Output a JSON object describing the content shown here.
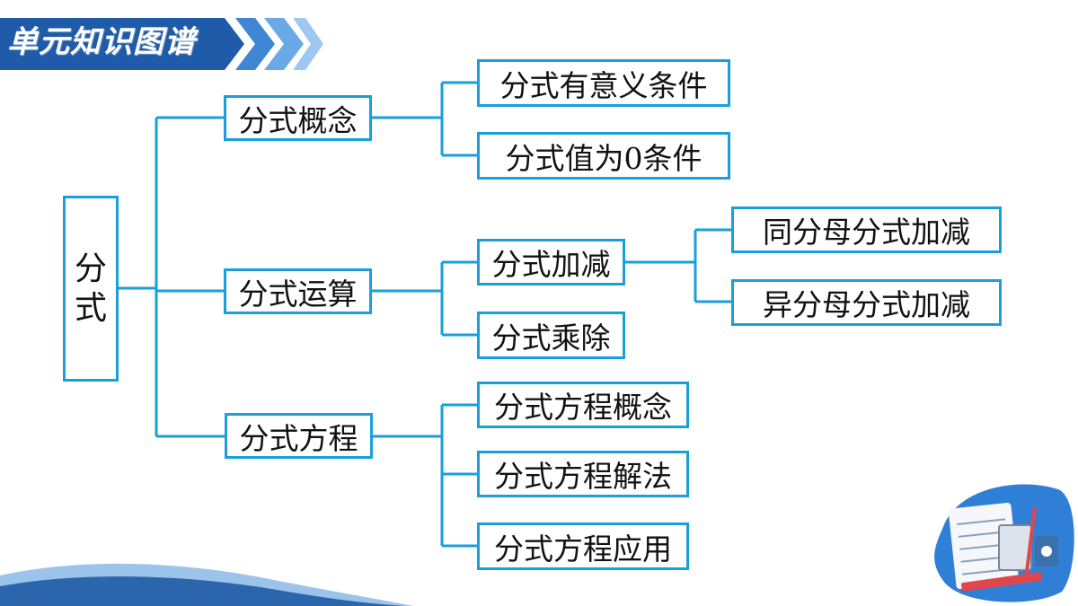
{
  "header": {
    "title": "单元知识图谱"
  },
  "colors": {
    "accent": "#1a9fdc",
    "banner": "#1f5ba8",
    "wave": "#2b66ad"
  },
  "tree": {
    "root": {
      "chars": [
        "分",
        "式"
      ]
    },
    "branches": [
      {
        "label": "分式概念",
        "children": [
          {
            "label": "分式有意义条件"
          },
          {
            "label": "分式值为0条件"
          }
        ]
      },
      {
        "label": "分式运算",
        "children": [
          {
            "label": "分式加减",
            "children": [
              {
                "label": "同分母分式加减"
              },
              {
                "label": "异分母分式加减"
              }
            ]
          },
          {
            "label": "分式乘除"
          }
        ]
      },
      {
        "label": "分式方程",
        "children": [
          {
            "label": "分式方程概念"
          },
          {
            "label": "分式方程解法"
          },
          {
            "label": "分式方程应用"
          }
        ]
      }
    ]
  },
  "decoration": {
    "icon": "math-notebook-illustration"
  }
}
